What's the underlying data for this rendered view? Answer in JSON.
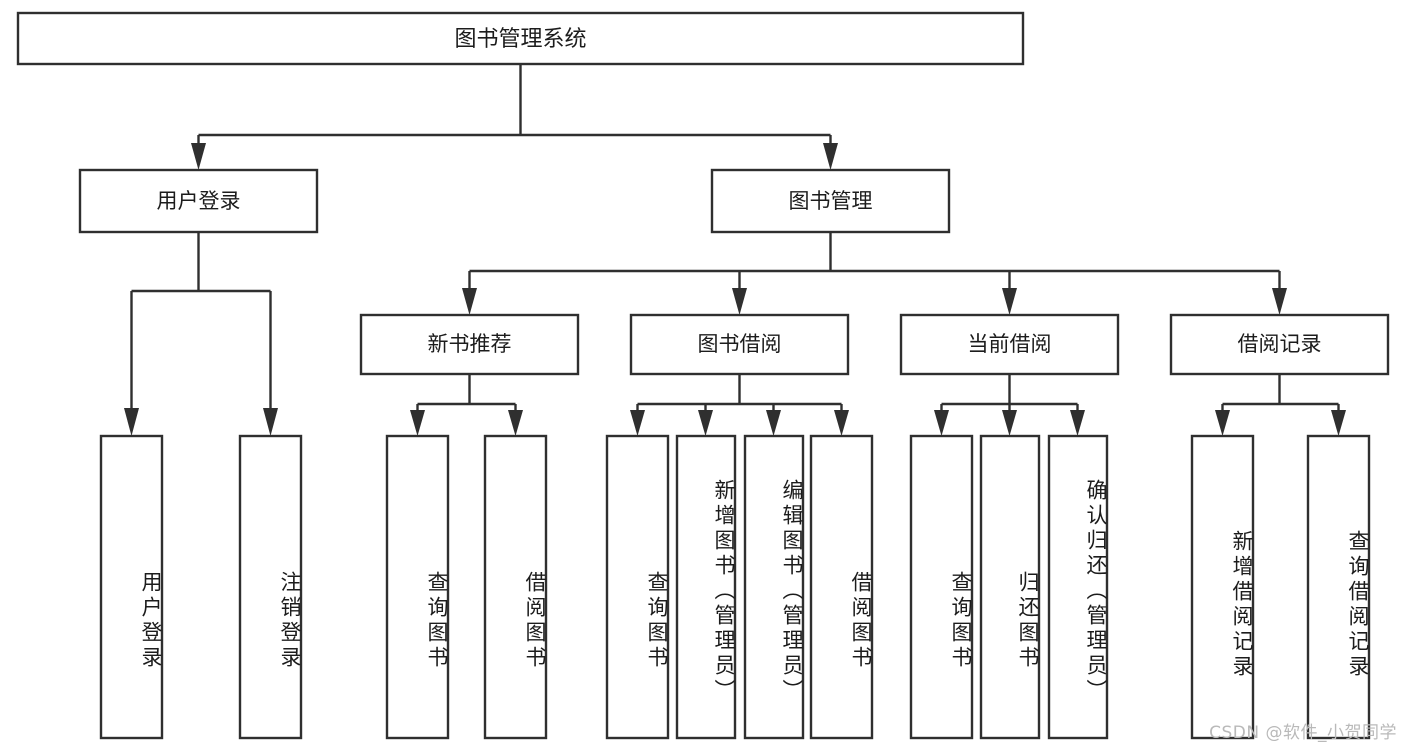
{
  "diagram": {
    "type": "tree-hierarchy",
    "title": "图书管理系统",
    "watermark": "CSDN @软件_小贺同学",
    "colors": {
      "stroke": "#2f2f2f",
      "fill": "#ffffff",
      "text": "#1c1c1c",
      "watermark": "#b9b9b9"
    },
    "root": {
      "label": "图书管理系统"
    },
    "level2": [
      {
        "label": "用户登录"
      },
      {
        "label": "图书管理"
      }
    ],
    "level3": [
      {
        "label": "新书推荐"
      },
      {
        "label": "图书借阅"
      },
      {
        "label": "当前借阅"
      },
      {
        "label": "借阅记录"
      }
    ],
    "leaves": {
      "user_login": [
        {
          "label": "用户登录"
        },
        {
          "label": "注销登录"
        }
      ],
      "new_book": [
        {
          "label": "查询图书"
        },
        {
          "label": "借阅图书"
        }
      ],
      "book_borrow": [
        {
          "label": "查询图书"
        },
        {
          "label": "新增图书（管理员）"
        },
        {
          "label": "编辑图书（管理员）"
        },
        {
          "label": "借阅图书"
        }
      ],
      "current_borrow": [
        {
          "label": "查询图书"
        },
        {
          "label": "归还图书"
        },
        {
          "label": "确认归还（管理员）"
        }
      ],
      "borrow_record": [
        {
          "label": "新增借阅记录"
        },
        {
          "label": "查询借阅记录"
        }
      ]
    }
  }
}
